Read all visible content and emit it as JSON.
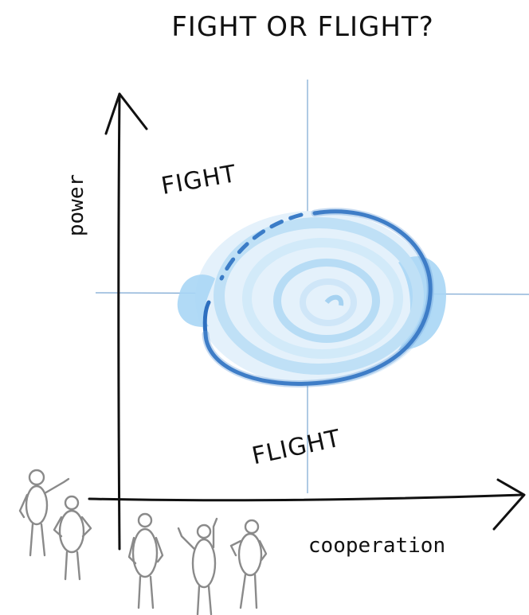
{
  "title": "FIGHT OR FLIGHT?",
  "quadrants": {
    "fight": "FIGHT",
    "flight": "FLIGHT"
  },
  "axes": {
    "y_label": "power",
    "x_label": "cooperation"
  },
  "colors": {
    "ink": "#111111",
    "grid_line": "#7aa6d2",
    "swirl_light": "#cfe6f8",
    "swirl_mid": "#9fd0f3",
    "swirl_dark": "#2d6fbf",
    "figure_stroke": "#8a8a8a"
  },
  "figures": [
    "person-figure",
    "person-figure",
    "person-figure",
    "person-figure",
    "person-figure"
  ]
}
